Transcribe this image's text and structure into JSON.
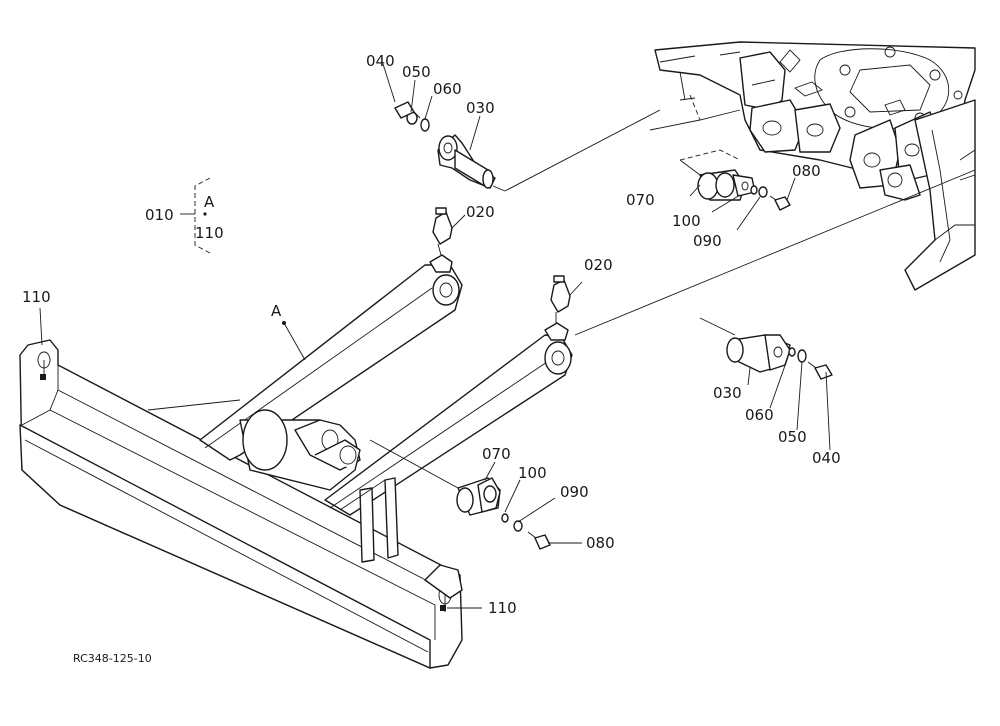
{
  "callouts": {
    "top_040": "040",
    "top_050": "050",
    "top_060": "060",
    "top_030": "030",
    "group_010": "010",
    "group_a": "A",
    "group_110": "110",
    "grease_020_left": "020",
    "grease_020_right": "020",
    "frame_070": "070",
    "frame_100": "100",
    "frame_090": "090",
    "frame_080": "080",
    "right_030": "030",
    "right_060": "060",
    "right_050": "050",
    "right_040": "040",
    "blade_110_left": "110",
    "blade_110_right": "110",
    "arm_a": "A",
    "low_070": "070",
    "low_100": "100",
    "low_090": "090",
    "low_080": "080"
  },
  "figure_code": "RC348-125-10"
}
